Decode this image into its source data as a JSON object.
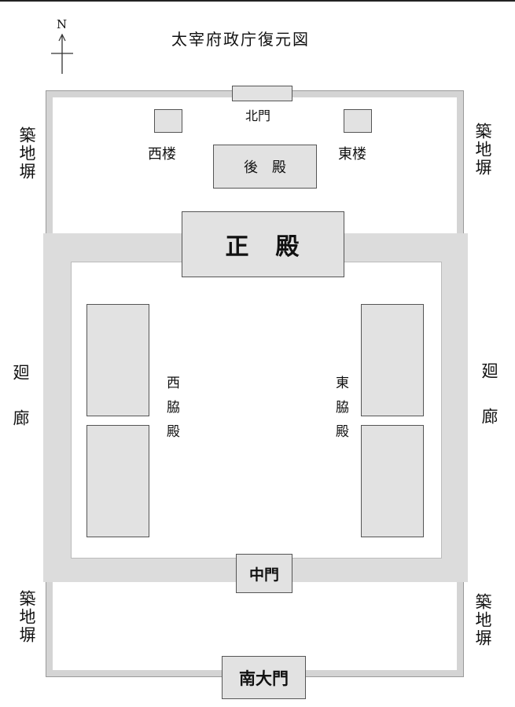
{
  "title": "太宰府政庁復元図",
  "compass": {
    "label": "N"
  },
  "buildings": {
    "north_gate": "北門",
    "west_tower": "西楼",
    "east_tower": "東楼",
    "rear_hall": "後　殿",
    "main_hall": "正　殿",
    "west_side_hall": "西脇殿",
    "east_side_hall": "東脇殿",
    "middle_gate": "中門",
    "south_gate": "南大門"
  },
  "walls": {
    "tsuijibei_nw": "築地塀",
    "tsuijibei_ne": "築地塀",
    "tsuijibei_sw": "築地塀",
    "tsuijibei_se": "築地塀",
    "kairo_w": "廻　廊",
    "kairo_e": "廻　廊"
  },
  "colors": {
    "corridor": "#dcdcdc",
    "building_fill": "#e2e2e2",
    "wall_outline": "#d4d4d4",
    "stroke": "#555555"
  }
}
